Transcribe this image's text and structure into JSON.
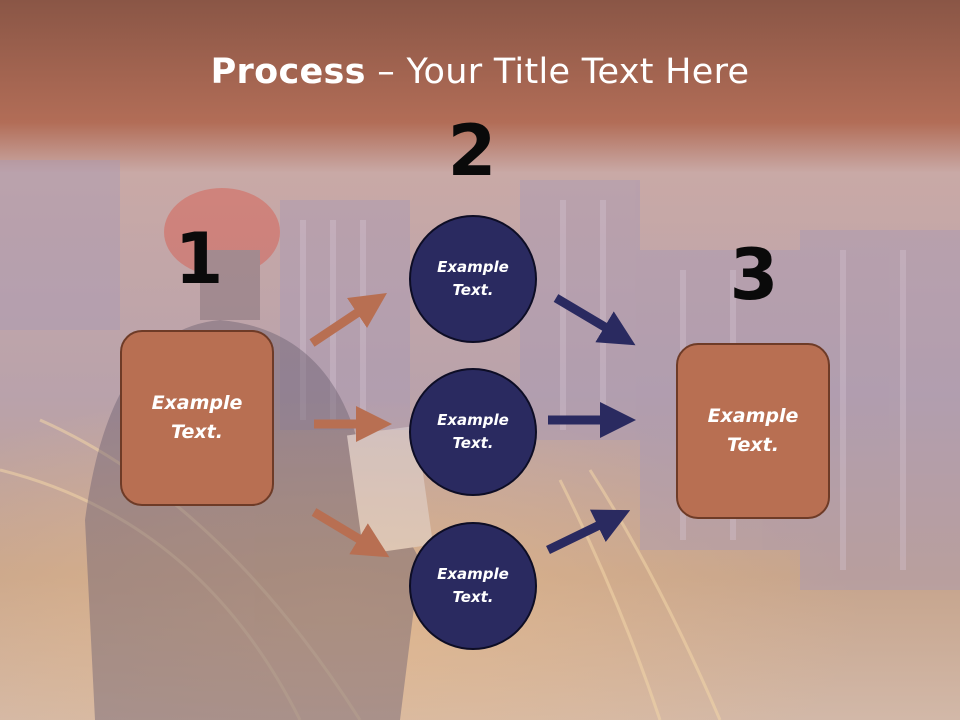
{
  "title": {
    "bold": "Process",
    "rest": " – Your Title Text Here"
  },
  "steps": {
    "n1": "1",
    "n2": "2",
    "n3": "3"
  },
  "box1": {
    "line1": "Example",
    "line2": "Text."
  },
  "box3": {
    "line1": "Example",
    "line2": "Text."
  },
  "circles": [
    {
      "line1": "Example",
      "line2": "Text."
    },
    {
      "line1": "Example",
      "line2": "Text."
    },
    {
      "line1": "Example",
      "line2": "Text."
    }
  ],
  "colors": {
    "box_fill": "#b86f52",
    "circle_fill": "#2a2a60",
    "arrow_left": "#b86f52",
    "arrow_right": "#2a2a60",
    "title_band": "#b0705a"
  }
}
